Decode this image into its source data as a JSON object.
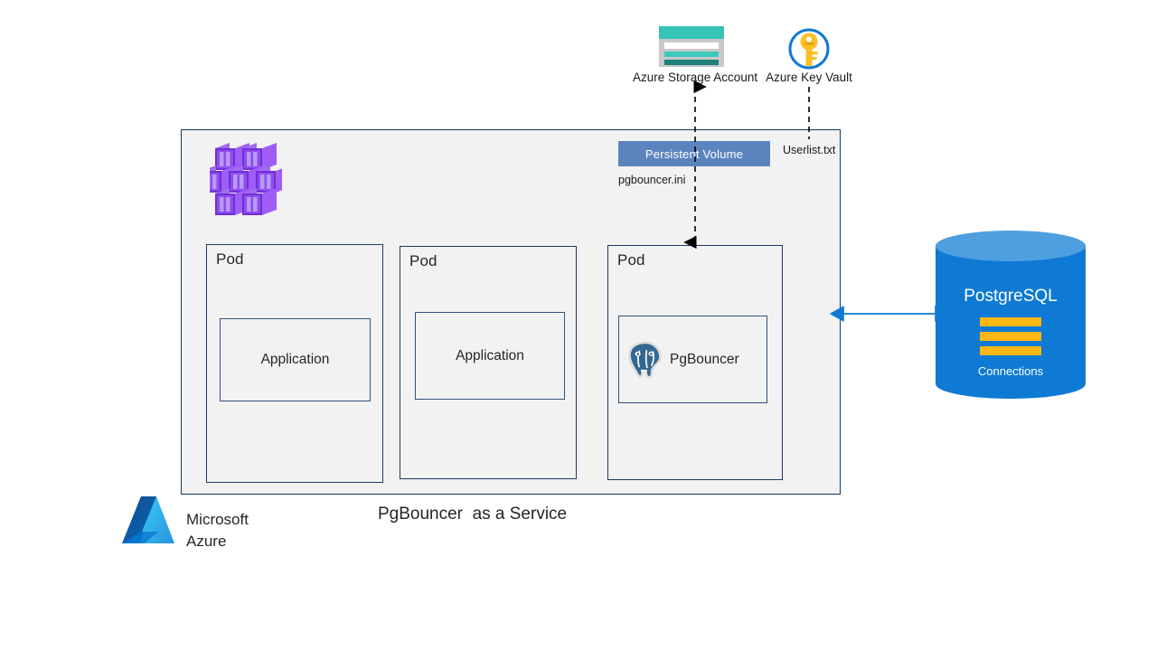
{
  "diagram": {
    "caption": "PgBouncer  as a Service",
    "brand": {
      "line1": "Microsoft",
      "line2": "Azure",
      "logo_icon": "azure-logo-icon"
    },
    "cloud_services": [
      {
        "id": "storage",
        "label": "Azure Storage Account",
        "icon": "azure-storage-account-icon",
        "colors": {
          "header": "#34c3b5",
          "row_light": "#3ec9bc",
          "row_dark": "#1f7f79",
          "body": "#c8c8c8"
        }
      },
      {
        "id": "keyvault",
        "label": "Azure Key Vault",
        "icon": "azure-key-vault-icon",
        "colors": {
          "ring": "#0f7ad4",
          "key": "#fcc026"
        }
      }
    ],
    "aks": {
      "icon": "kubernetes-cluster-icon",
      "icon_color": "#8a3ffc",
      "border_color": "#0f3b61",
      "fill": "#f2f2f2",
      "persistent_volume": {
        "label": "Persistent Volume",
        "color": "#5b84bf",
        "text_color": "#ffffff"
      },
      "config_files": [
        {
          "id": "pgbouncer-ini",
          "label": "pgbouncer.ini"
        },
        {
          "id": "userlist-txt",
          "label": "Userlist.txt"
        }
      ],
      "pods": [
        {
          "label": "Pod",
          "workload": "Application",
          "icon": null
        },
        {
          "label": "Pod",
          "workload": "Application",
          "icon": null
        },
        {
          "label": "Pod",
          "workload": "PgBouncer",
          "icon": "postgresql-elephant-icon"
        }
      ]
    },
    "database": {
      "title": "PostgreSQL",
      "sub_label": "Connections",
      "bar_count": 3,
      "colors": {
        "body": "#0f7ad4",
        "top": "#4e9fe0",
        "bars": "#fcb714",
        "text": "#ffffff"
      }
    },
    "connectors": [
      {
        "id": "storage-to-pod",
        "style": "dashed",
        "arrows": "both",
        "color": "#000000"
      },
      {
        "id": "keyvault-to-cluster",
        "style": "dashed",
        "arrows": "none",
        "color": "#000000"
      },
      {
        "id": "pgbouncer-to-postgres",
        "style": "solid",
        "arrows": "both",
        "color": "#0f7ad4"
      }
    ]
  }
}
